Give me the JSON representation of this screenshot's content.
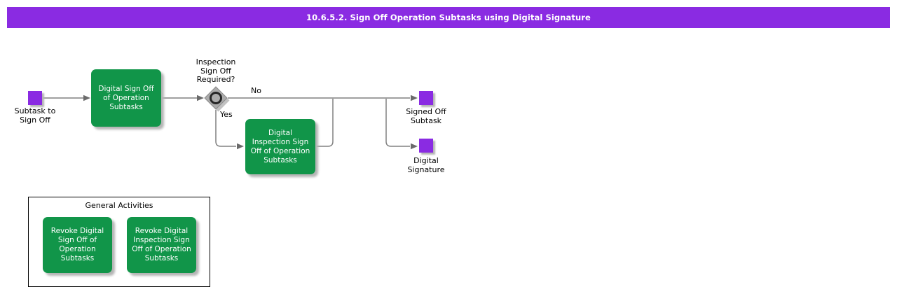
{
  "header": {
    "title": "10.6.5.2. Sign Off Operation Subtasks using Digital Signature"
  },
  "flow": {
    "start_event": {
      "label": "Subtask to\nSign Off"
    },
    "activity_sign_off": {
      "label": "Digital Sign Off\nof Operation\nSubtasks"
    },
    "decision": {
      "question": "Inspection\nSign Off\nRequired?",
      "no_label": "No",
      "yes_label": "Yes"
    },
    "activity_inspection_sign_off": {
      "label": "Digital\nInspection Sign\nOff of Operation\nSubtasks"
    },
    "end_event_signed_off": {
      "label": "Signed Off\nSubtask"
    },
    "end_event_signature": {
      "label": "Digital\nSignature"
    }
  },
  "general_activities": {
    "title": "General Activities",
    "items": [
      {
        "label": "Revoke Digital\nSign Off of\nOperation\nSubtasks"
      },
      {
        "label": "Revoke Digital\nInspection Sign\nOff of Operation\nSubtasks"
      }
    ]
  },
  "colors": {
    "header_bg": "#8A2BE2",
    "event_purple": "#8A2BE2",
    "activity_green": "#119549",
    "connector_gray": "#808080"
  }
}
